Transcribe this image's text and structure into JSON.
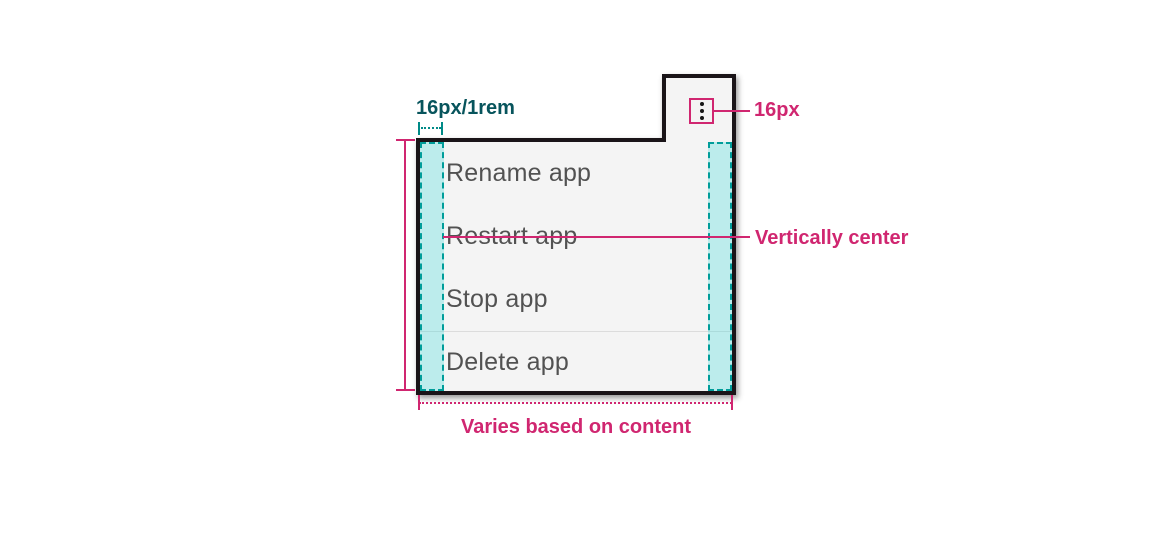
{
  "annotations": {
    "padding": "16px/1rem",
    "trigger_size": "16px",
    "vertical": "Vertically center",
    "width": "Varies based on content"
  },
  "overflow_menu": {
    "trigger_icon": "kebab-vertical-dots",
    "items": [
      {
        "label": "Rename app"
      },
      {
        "label": "Restart app"
      },
      {
        "label": "Stop app"
      },
      {
        "label": "Delete app"
      }
    ]
  },
  "colors": {
    "annotation_pink": "#d02670",
    "annotation_teal": "#07545c",
    "teal_dash_border": "#009d9a",
    "teal_fill": "rgba(61,219,217,0.30)",
    "menu_surface": "#f4f4f4",
    "menu_outline": "#1a1418",
    "item_text": "#525252",
    "divider": "#dcdcdc"
  }
}
